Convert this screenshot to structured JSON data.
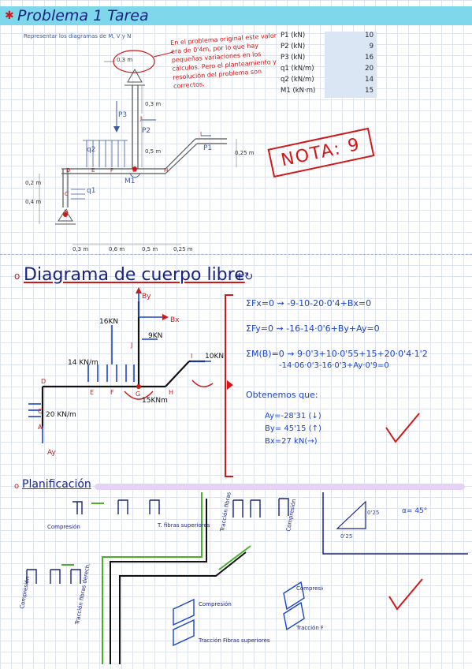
{
  "header": {
    "title": "Problema 1 Tarea",
    "subtitle": "Representar los diagramas de M, V y N"
  },
  "params": [
    {
      "label": "P1 (kN)",
      "value": "10"
    },
    {
      "label": "P2 (kN)",
      "value": "9"
    },
    {
      "label": "P3 (kN)",
      "value": "16"
    },
    {
      "label": "q1 (kN/m)",
      "value": "20"
    },
    {
      "label": "q2 (kN/m)",
      "value": "14"
    },
    {
      "label": "M1 (kN·m)",
      "value": "15"
    }
  ],
  "note": "En el problema original este valor era de 0'4m, por lo que hay pequeñas variaciones en los cálculos. Pero el planteamiento y resolución del problema son correctos.",
  "grade": "NOTA: 9",
  "figure": {
    "dims_top": [
      "0,3 m",
      "0,3 m",
      "0,5 m",
      "0,25 m"
    ],
    "dims_left": [
      "0,2 m",
      "0,4 m"
    ],
    "dims_bottom": [
      "0,3 m",
      "0,6 m",
      "0,5 m",
      "0,25 m"
    ],
    "points": [
      "D",
      "E",
      "F",
      "G",
      "H",
      "C",
      "A",
      "I",
      "J"
    ],
    "loads": [
      "P3",
      "P2",
      "P1",
      "q2",
      "q1",
      "M1"
    ]
  },
  "dcl": {
    "title": "Diagrama de cuerpo libre",
    "extra": "+↻",
    "loads": [
      "16KN",
      "9KN",
      "10KN",
      "14 KN/m",
      "20 KN/m",
      "15KNm",
      "By",
      "Bx",
      "Ay"
    ],
    "points": [
      "D",
      "E",
      "F",
      "G",
      "H",
      "I",
      "J",
      "C",
      "A"
    ],
    "equations": [
      "ΣFx=0 ⇝ -9-10-20·0'4+Bx=0",
      "ΣFy=0 ⇝ -16-14·0'6+By+Ay=0",
      "ΣM(B)=0 ⇝ 9·0'3+10·0'55+15+20·0'4·1'2",
      "-14·06·0'3-16·0'3+Ay·0'9=0"
    ],
    "obtain": "Obtenemos que:",
    "results": [
      "Ay=-28'31  (↓)",
      "By= 45'15  (↑)",
      "Bx=27 kN(→)"
    ]
  },
  "plan": {
    "title": "Planificación",
    "labels": [
      "Compresión",
      "T. fibras superiores",
      "Tracción fibras izq.",
      "Compresión",
      "Compresión",
      "Tracción fibras derech.",
      "Compresión",
      "Tracción Fibras superiores",
      "Compresión",
      "Tracción Fibras superiores"
    ],
    "angle_labels": [
      "0'25",
      "0'25",
      "α= 45°"
    ]
  },
  "colors": {
    "red": "#d01818",
    "blue": "#1a44c8",
    "navy": "#1a237e",
    "green": "#4caf28",
    "band": "#7fd7ec"
  }
}
